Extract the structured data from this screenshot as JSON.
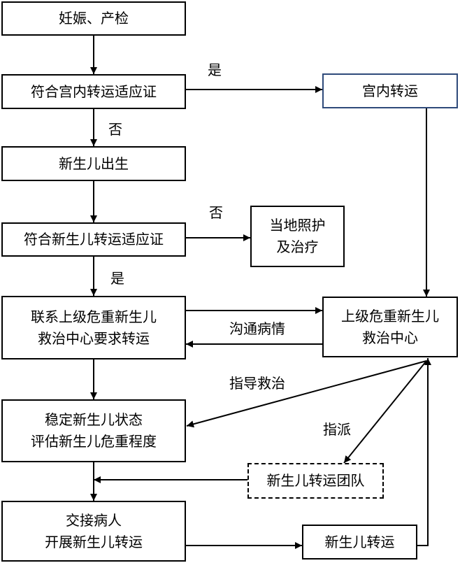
{
  "nodes": {
    "pregnancy_checkup": "妊娠、产检",
    "intrauterine_criteria": "符合宫内转运适应证",
    "intrauterine_transfer": "宫内转运",
    "newborn_birth": "新生儿出生",
    "neonatal_criteria": "符合新生儿转运适应证",
    "local_care": [
      "当地照护",
      "及治疗"
    ],
    "contact_center": [
      "联系上级危重新生儿",
      "救治中心要求转运"
    ],
    "superior_center": [
      "上级危重新生儿",
      "救治中心"
    ],
    "stabilize": [
      "稳定新生儿状态",
      "评估新生儿危重程度"
    ],
    "transport_team": "新生儿转运团队",
    "handover": [
      "交接病人",
      "开展新生儿转运"
    ],
    "neonatal_transport": "新生儿转运"
  },
  "edge_labels": {
    "yes_intrauterine": "是",
    "no_intrauterine": "否",
    "no_neonatal": "否",
    "yes_neonatal": "是",
    "communicate": "沟通病情",
    "guide": "指导救治",
    "assign": "指派"
  },
  "colors": {
    "line": "#000000",
    "intrauterine_border": "#2e4a7a",
    "background": "#ffffff"
  }
}
